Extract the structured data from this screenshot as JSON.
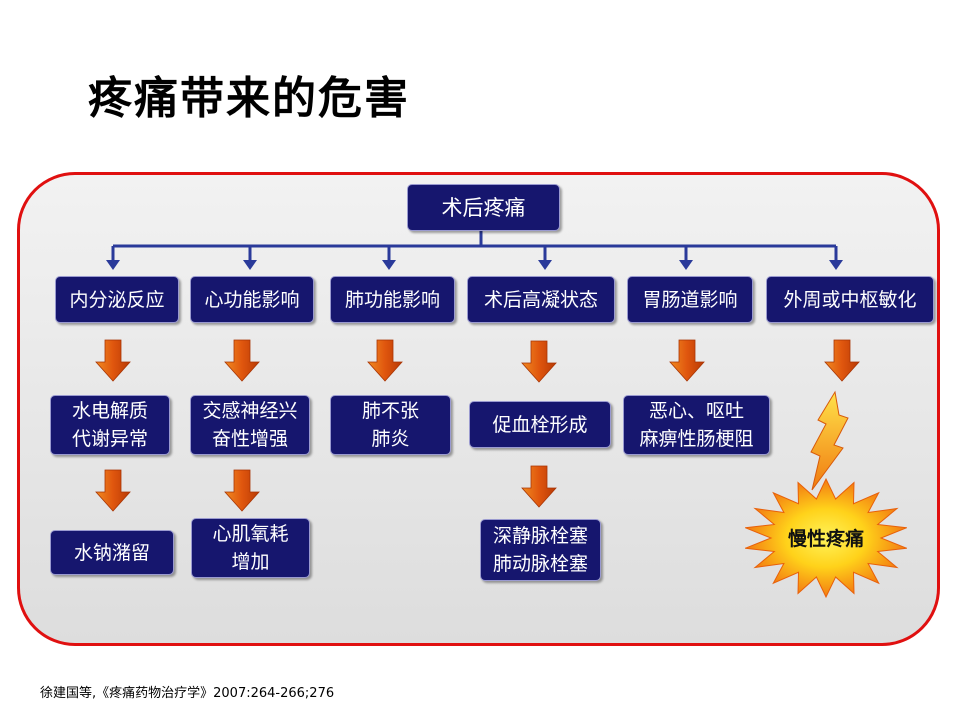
{
  "title": "疼痛带来的危害",
  "root": "术后疼痛",
  "categories": [
    "内分泌反应",
    "心功能影响",
    "肺功能影响",
    "术后高凝状态",
    "胃肠道影响",
    "外周或中枢敏化"
  ],
  "effects1": [
    [
      "水电解质",
      "代谢异常"
    ],
    [
      "交感神经兴",
      "奋性增强"
    ],
    [
      "肺不张",
      "肺炎"
    ],
    [
      "促血栓形成"
    ],
    [
      "恶心、呕吐",
      "麻痹性肠梗阻"
    ]
  ],
  "effects2": {
    "sodium": "水钠潴留",
    "cardiac": [
      "心肌氧耗",
      "增加"
    ],
    "thrombo": [
      "深静脉栓塞",
      "肺动脉栓塞"
    ]
  },
  "chronic_pain": "慢性疼痛",
  "reference": "徐建国等,《疼痛药物治疗学》2007:264-266;276",
  "colors": {
    "box": "#16166e",
    "connector": "#2a3a9a",
    "arrow": "#e05a10",
    "border": "#e01010"
  }
}
